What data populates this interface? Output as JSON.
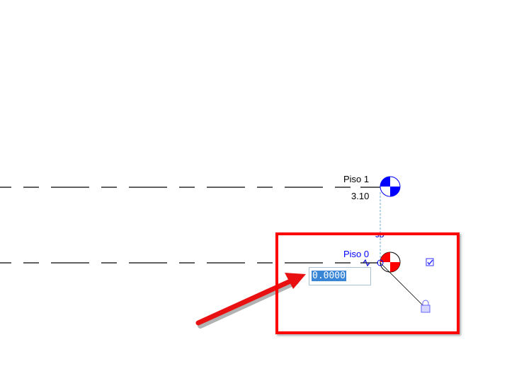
{
  "levels": [
    {
      "name": "Piso 1",
      "elevation": "3.10"
    },
    {
      "name": "Piso 0",
      "elevation_input": "0.0000"
    }
  ],
  "tag_3d": "3D",
  "colors": {
    "highlight": "#ff0000",
    "level_blue": "#0000ff",
    "selected_red": "#ff0000"
  }
}
